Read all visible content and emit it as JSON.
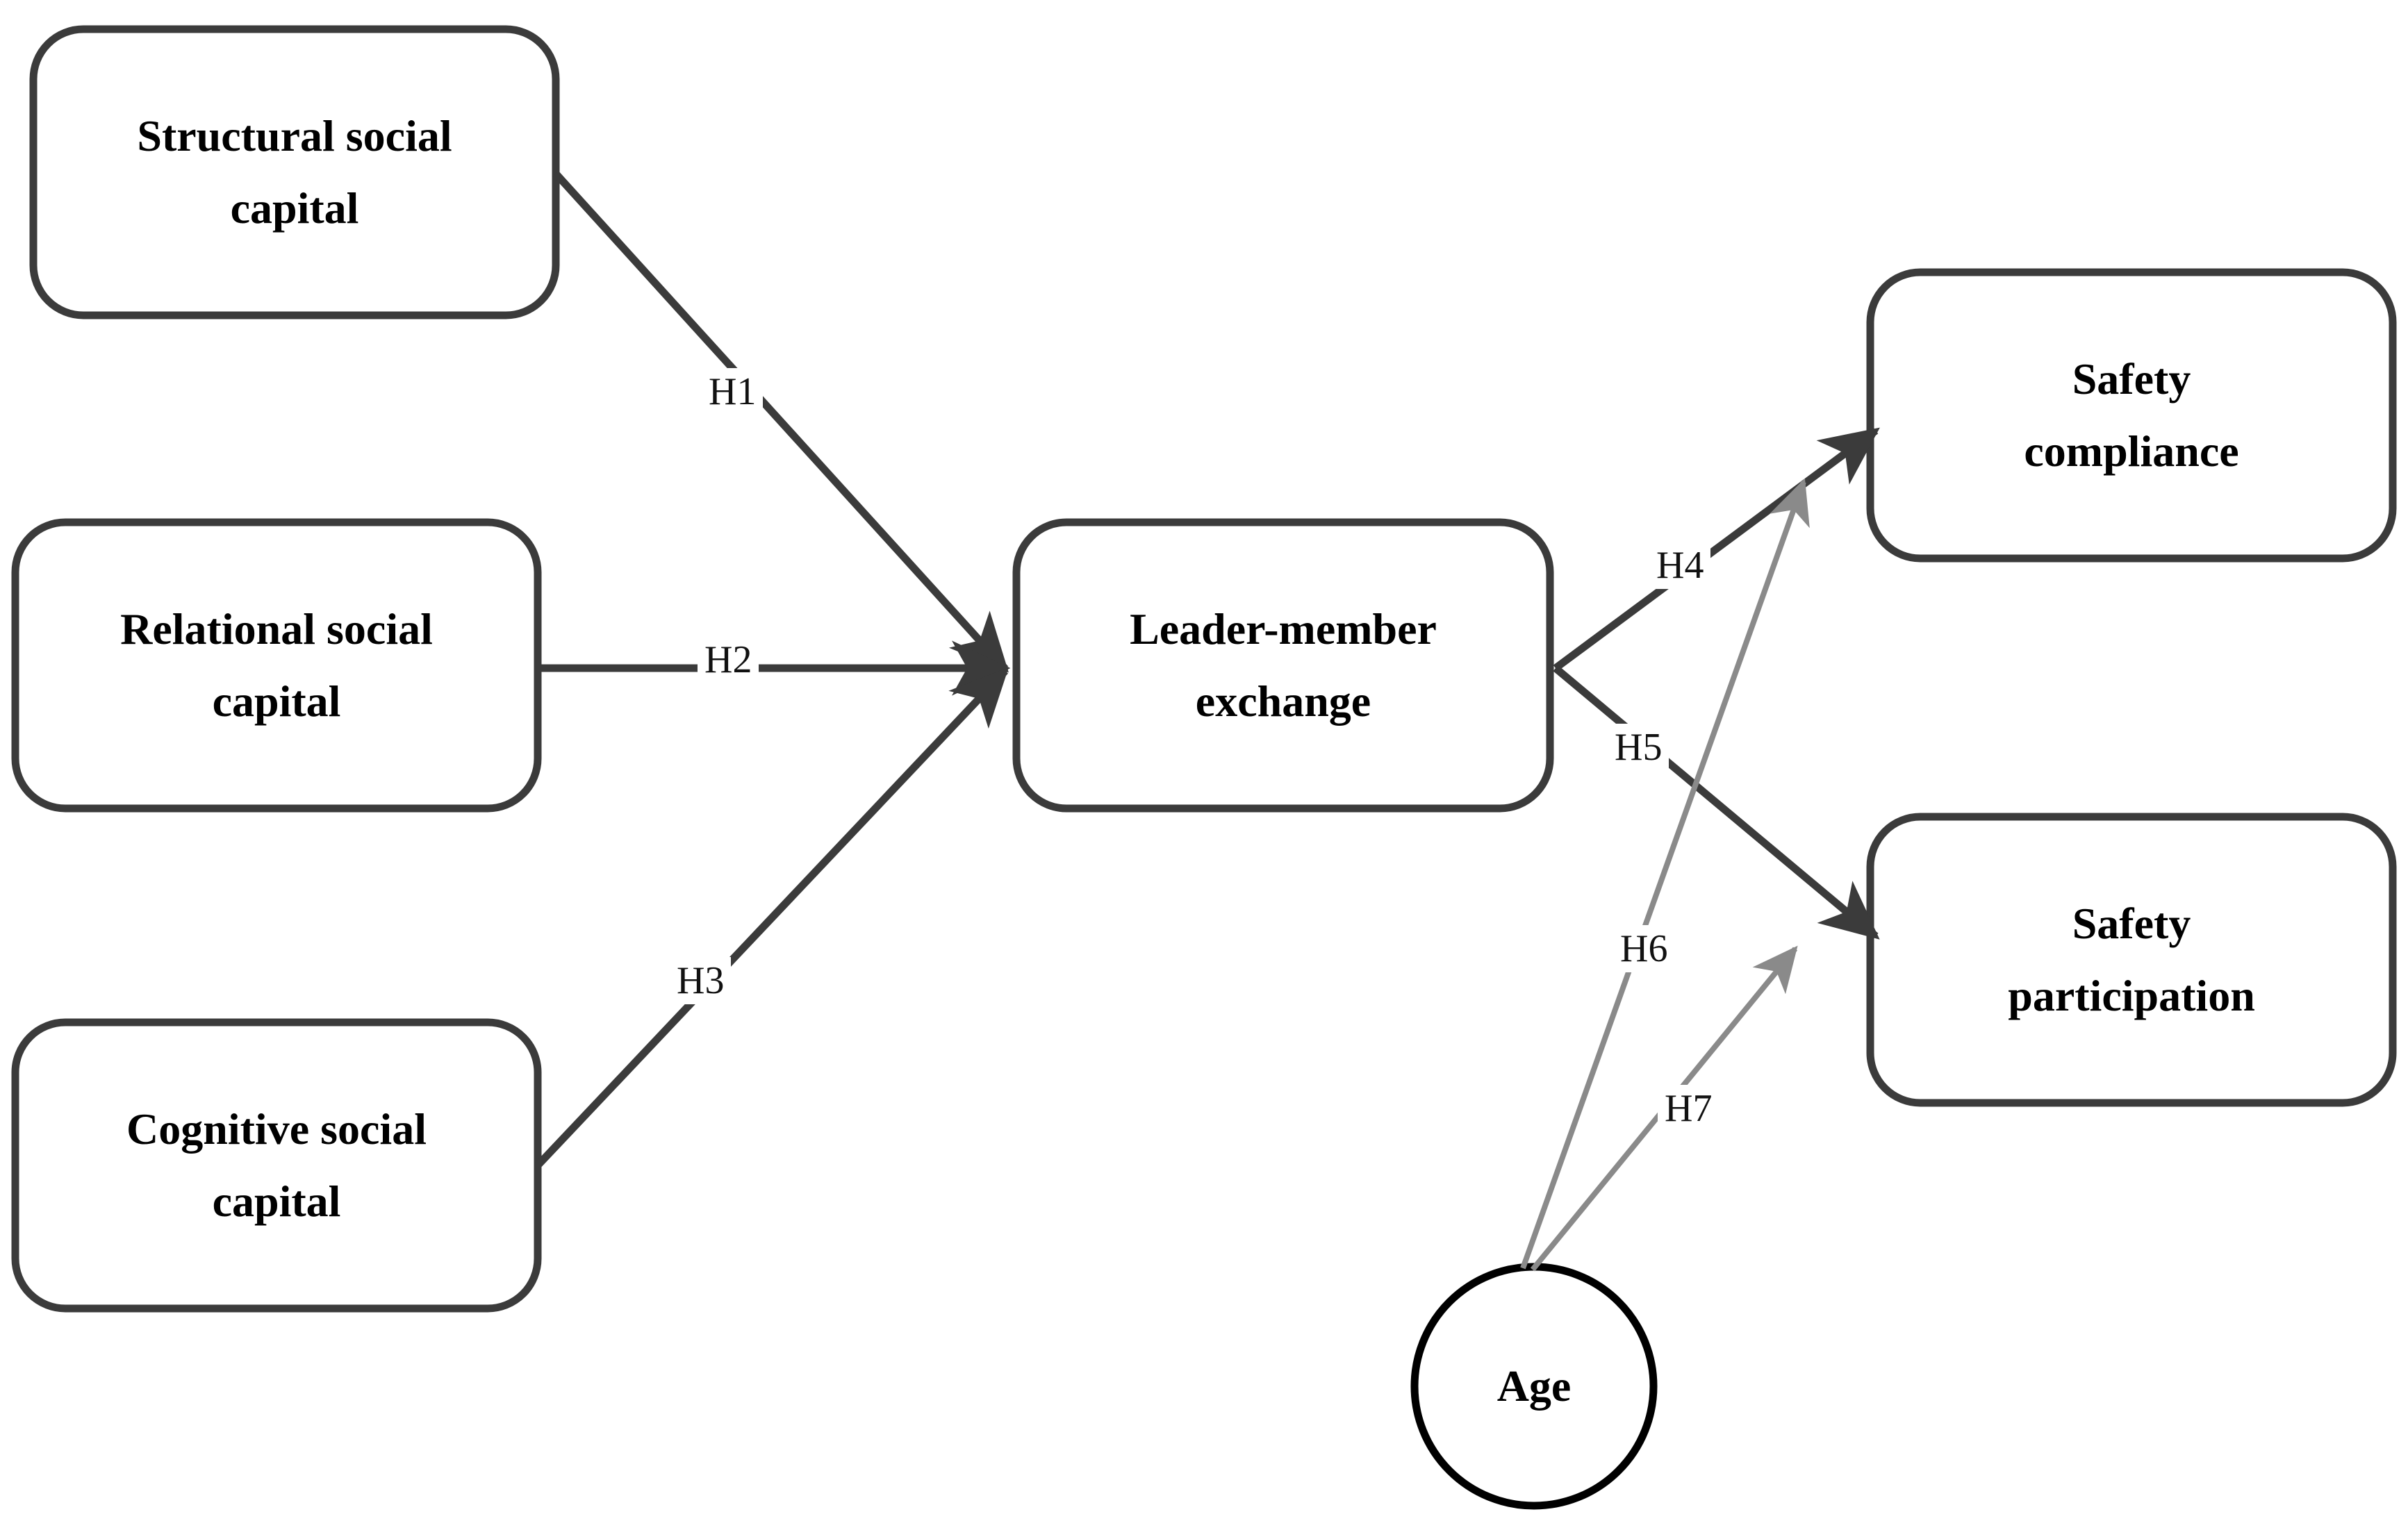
{
  "diagram": {
    "type": "conceptual-research-model",
    "nodes": [
      {
        "id": "structural",
        "shape": "rounded-rect",
        "line1": "Structural social",
        "line2": "capital"
      },
      {
        "id": "relational",
        "shape": "rounded-rect",
        "line1": "Relational social",
        "line2": "capital"
      },
      {
        "id": "cognitive",
        "shape": "rounded-rect",
        "line1": "Cognitive social",
        "line2": "capital"
      },
      {
        "id": "lmx",
        "shape": "rounded-rect",
        "line1": "Leader-member",
        "line2": "exchange"
      },
      {
        "id": "compliance",
        "shape": "rounded-rect",
        "line1": "Safety",
        "line2": "compliance"
      },
      {
        "id": "participation",
        "shape": "rounded-rect",
        "line1": "Safety",
        "line2": "participation"
      },
      {
        "id": "age",
        "shape": "circle",
        "line1": "Age",
        "line2": ""
      }
    ],
    "edges": [
      {
        "id": "h1",
        "label": "H1",
        "from": "structural",
        "to": "lmx",
        "style": "dark"
      },
      {
        "id": "h2",
        "label": "H2",
        "from": "relational",
        "to": "lmx",
        "style": "dark"
      },
      {
        "id": "h3",
        "label": "H3",
        "from": "cognitive",
        "to": "lmx",
        "style": "dark"
      },
      {
        "id": "h4",
        "label": "H4",
        "from": "lmx",
        "to": "compliance",
        "style": "dark"
      },
      {
        "id": "h5",
        "label": "H5",
        "from": "lmx",
        "to": "participation",
        "style": "dark"
      },
      {
        "id": "h6",
        "label": "H6",
        "from": "age",
        "to": "compliance",
        "style": "gray"
      },
      {
        "id": "h7",
        "label": "H7",
        "from": "age",
        "to": "participation",
        "style": "gray"
      }
    ],
    "colors": {
      "box_stroke": "#3b3b3b",
      "circle_stroke": "#000000",
      "dark_edge": "#3b3b3b",
      "gray_edge": "#8a8a8a",
      "text": "#000000",
      "background": "#ffffff"
    }
  }
}
